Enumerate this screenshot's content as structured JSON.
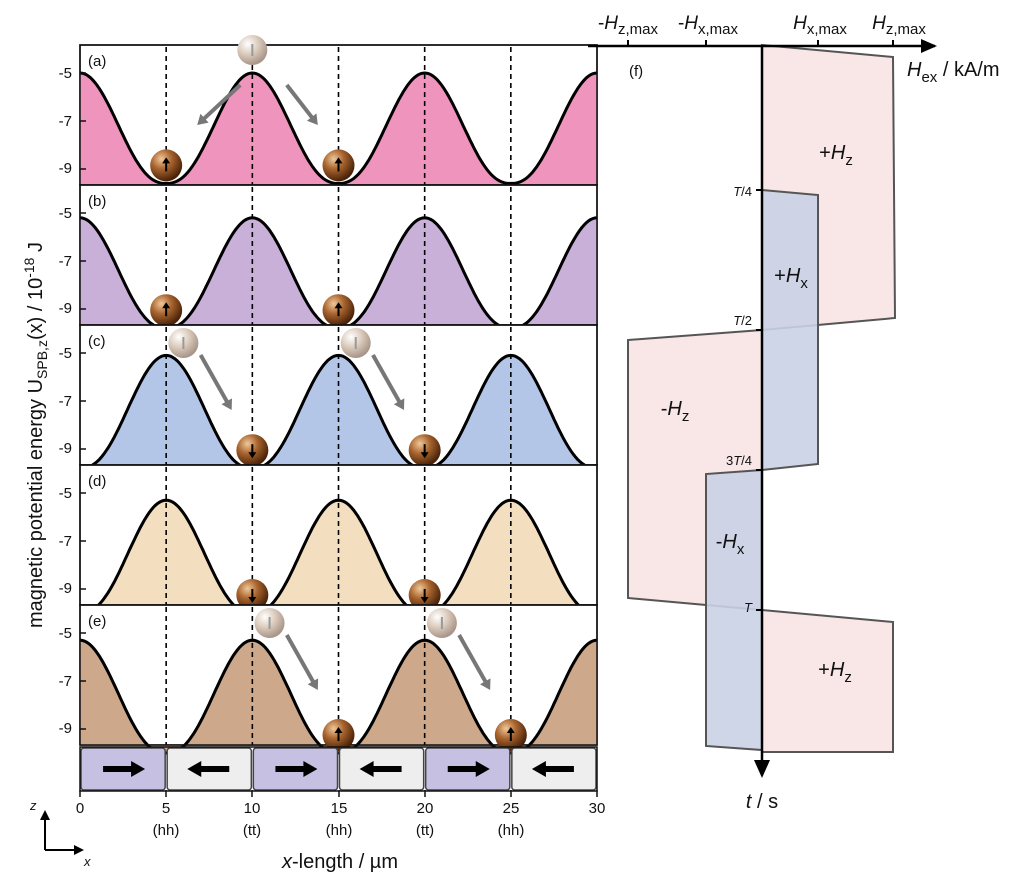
{
  "left_figure": {
    "y_axis_title": "magnetic potential energy U",
    "y_axis_subscript": "SPB,z",
    "y_axis_tail": "(x) / 10",
    "y_axis_exponent": "-18",
    "y_axis_unit": " J",
    "x_axis_italic": "x",
    "x_axis_rest": "-length / µm",
    "coord_axes": {
      "z": "z",
      "x": "x"
    },
    "y_tick_labels": [
      "-5",
      "-7",
      "-9"
    ],
    "x_tick_labels": [
      "0",
      "5",
      "10",
      "15",
      "20",
      "25",
      "30"
    ],
    "wall_labels": [
      "(hh)",
      "(tt)",
      "(hh)",
      "(tt)",
      "(hh)"
    ],
    "panels": [
      {
        "label": "(a)",
        "color": "#ef95bd"
      },
      {
        "label": "(b)",
        "color": "#c8b0d8"
      },
      {
        "label": "(c)",
        "color": "#b4c6e8"
      },
      {
        "label": "(d)",
        "color": "#f3dfbf"
      },
      {
        "label": "(e)",
        "color": "#cea88a"
      }
    ],
    "domain_colors": {
      "right": "#c6c1e3",
      "left": "#eeeeee"
    },
    "domain_directions": [
      "right",
      "left",
      "right",
      "left",
      "right",
      "left"
    ]
  },
  "right_figure": {
    "panel_label": "(f)",
    "h_axis_unit": " / kA/m",
    "h_axis_symbol": "H",
    "h_axis_subscript": "ex",
    "top_labels": [
      {
        "sign": "-",
        "symbol": "H",
        "sub": "z,max"
      },
      {
        "sign": "-",
        "symbol": "H",
        "sub": "x,max"
      },
      {
        "sign": "",
        "symbol": "H",
        "sub": "x,max"
      },
      {
        "sign": "",
        "symbol": "H",
        "sub": "z,max"
      }
    ],
    "time_axis_italic": "t",
    "time_axis_rest": " / s",
    "time_ticks": [
      {
        "pre": "",
        "it": "T",
        "post": "/4"
      },
      {
        "pre": "",
        "it": "T",
        "post": "/2"
      },
      {
        "pre": "3",
        "it": "T",
        "post": "/4"
      },
      {
        "pre": "",
        "it": "T",
        "post": ""
      }
    ],
    "region_labels": [
      {
        "sign": "+",
        "symbol": "H",
        "sub": "z"
      },
      {
        "sign": "+",
        "symbol": "H",
        "sub": "x"
      },
      {
        "sign": "-",
        "symbol": "H",
        "sub": "z"
      },
      {
        "sign": "-",
        "symbol": "H",
        "sub": "x"
      },
      {
        "sign": "+",
        "symbol": "H",
        "sub": "z"
      }
    ],
    "colors": {
      "hz_fill": "#f9e6e6",
      "hx_fill": "#c9d1e4",
      "outline": "#555555"
    }
  }
}
